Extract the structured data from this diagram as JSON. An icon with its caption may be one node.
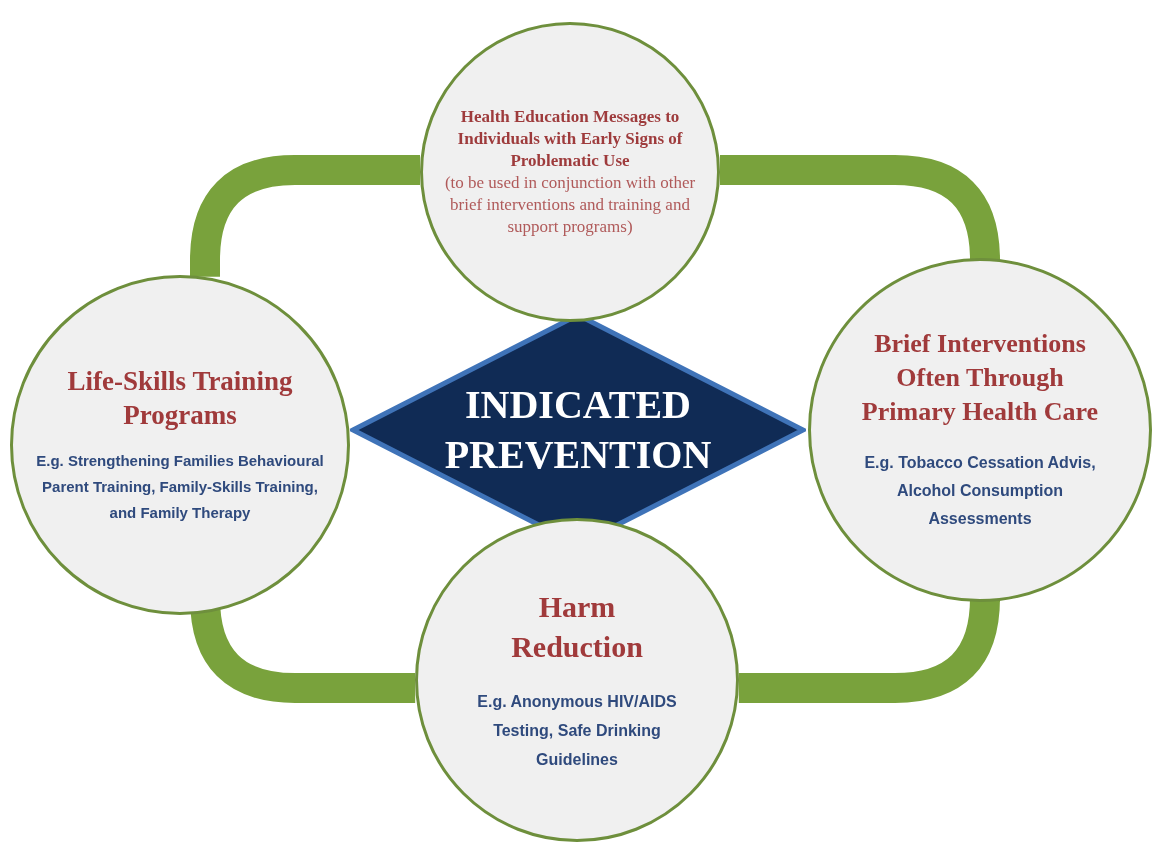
{
  "diagram": {
    "nodes": [
      {
        "text": [
          "INDICATED PREVENTION"
        ]
      },
      {
        "text": [
          "Health Education Messages to Individuals with Early Signs of Problematic Use",
          "(to be used in conjunction with other brief interventions and training and support programs)"
        ]
      },
      {
        "text": [
          "Life-Skills Training Programs",
          "E.g. Strengthening Families Behavioural Parent Training, Family-Skills Training, and Family Therapy"
        ]
      },
      {
        "text": [
          "Brief Interventions Often Through Primary Health Care",
          "E.g. Tobacco Cessation Advis, Alcohol Consumption Assessments"
        ]
      },
      {
        "text": [
          "Harm Reduction",
          "E.g. Anonymous HIV/AIDS Testing, Safe Drinking Guidelines"
        ]
      }
    ],
    "edges": [
      {
        "from": 1,
        "to": 2,
        "arrow": "none"
      },
      {
        "from": 1,
        "to": 3,
        "arrow": "none"
      },
      {
        "from": 3,
        "to": 4,
        "arrow": "none"
      },
      {
        "from": 4,
        "to": 2,
        "arrow": "none"
      }
    ]
  }
}
